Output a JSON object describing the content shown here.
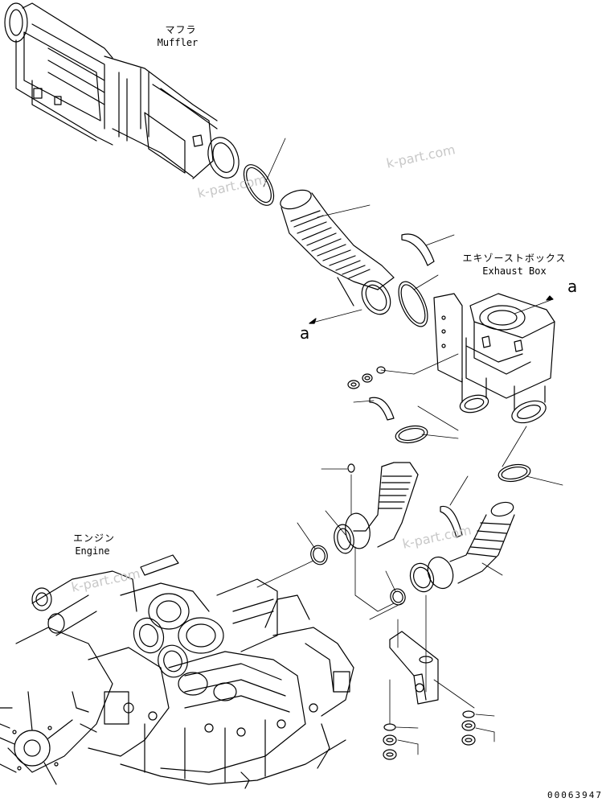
{
  "labels": {
    "muffler_jp": "マフラ",
    "muffler_en": "Muffler",
    "exhaust_jp": "エキゾーストボックス",
    "exhaust_en": "Exhaust Box",
    "engine_jp": "エンジン",
    "engine_en": "Engine"
  },
  "callouts": {
    "a_left": "a",
    "a_right": "a"
  },
  "watermarks": [
    "k-part.com",
    "k-part.com",
    "k-part.com",
    "k-part.com"
  ],
  "drawing_code": "00063947"
}
